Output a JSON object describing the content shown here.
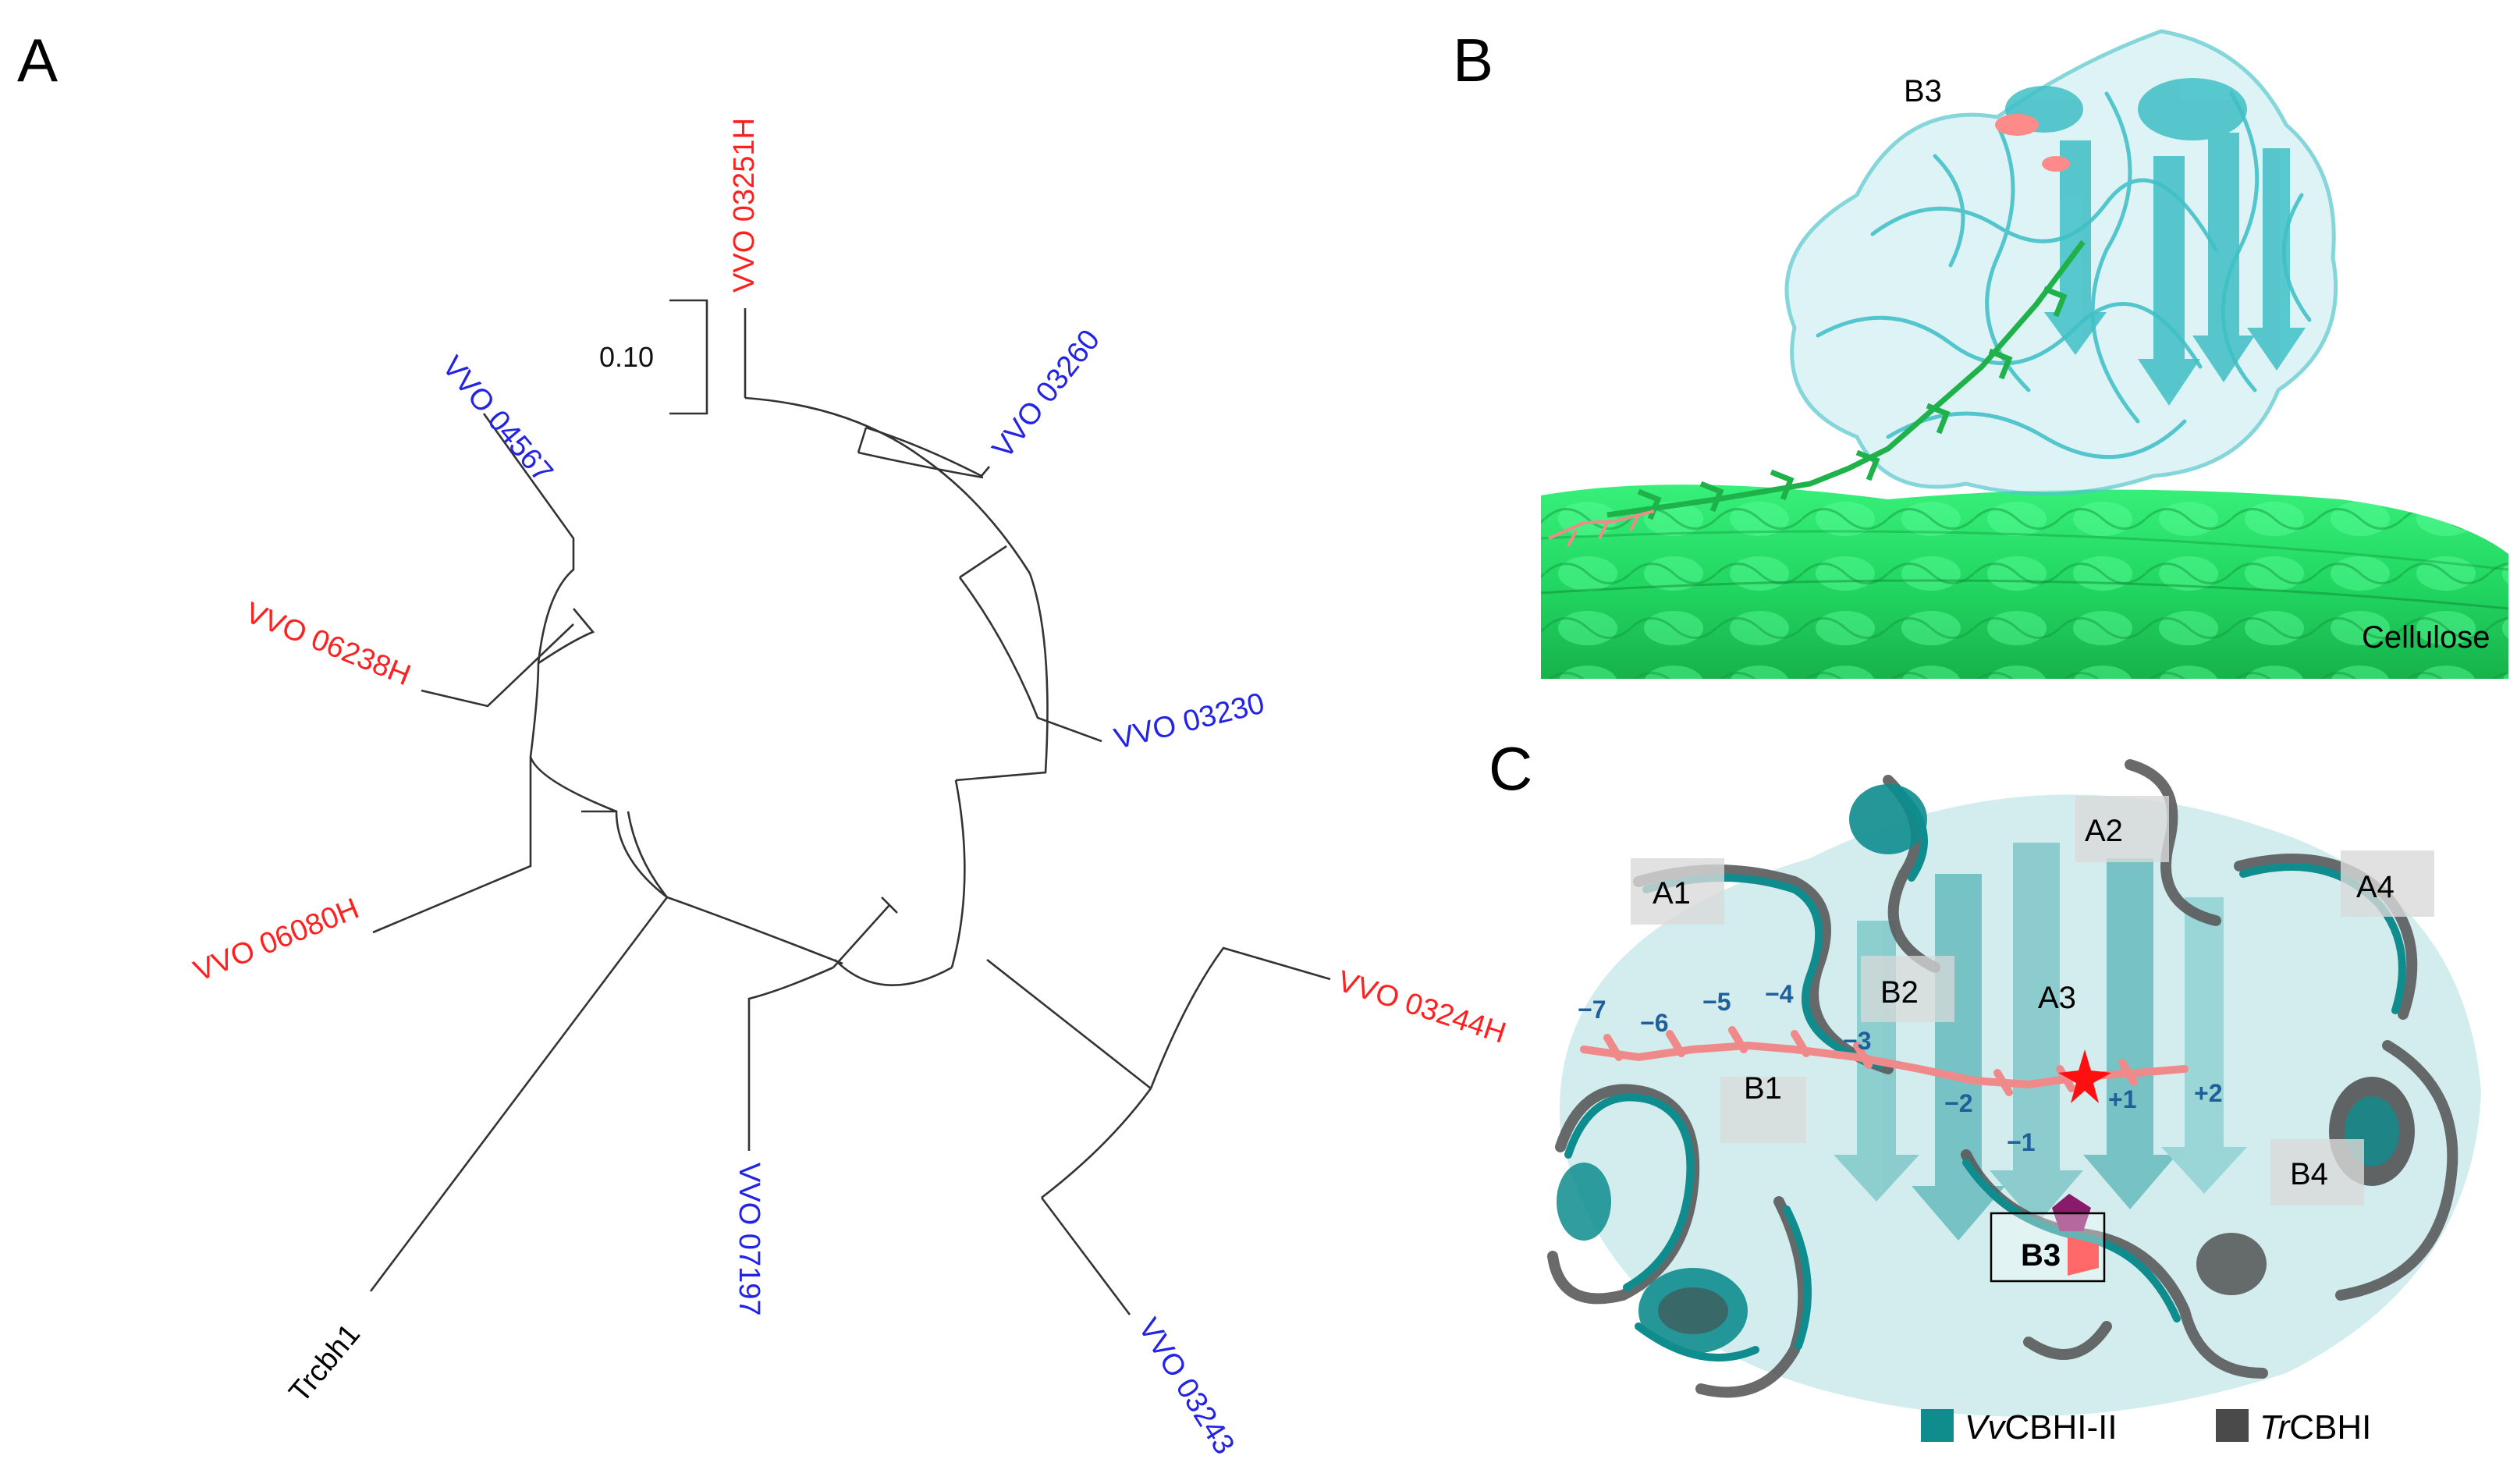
{
  "panels": {
    "a": {
      "letter": "A",
      "scale_label": "0.10",
      "leaves": [
        {
          "label": "VVO 03251H",
          "color": "#ff2020"
        },
        {
          "label": "VVO 03260",
          "color": "#2323e6"
        },
        {
          "label": "VVO 03230",
          "color": "#2323e6"
        },
        {
          "label": "VVO 03244H",
          "color": "#ff2020"
        },
        {
          "label": "VVO 03243",
          "color": "#2323e6"
        },
        {
          "label": "VVO 07197",
          "color": "#2323e6"
        },
        {
          "label": "Trcbh1",
          "color": "#000000"
        },
        {
          "label": "VVO 06080H",
          "color": "#ff2020"
        },
        {
          "label": "VVO 06238H",
          "color": "#ff2020"
        },
        {
          "label": "VVO 04567",
          "color": "#2323e6"
        }
      ]
    },
    "b": {
      "letter": "B",
      "region_label": "B3",
      "surface_label": "Cellulose"
    },
    "c": {
      "letter": "C",
      "regions": {
        "a1": "A1",
        "a2": "A2",
        "a3": "A3",
        "a4": "A4",
        "b1": "B1",
        "b2": "B2",
        "b3": "B3",
        "b4": "B4"
      },
      "subsites": {
        "m7": "−7",
        "m6": "−6",
        "m5": "−5",
        "m4": "−4",
        "m3": "−3",
        "m2": "−2",
        "m1": "−1",
        "p1": "+1",
        "p2": "+2"
      },
      "legend": [
        {
          "italic": "Vv",
          "rest": "CBHI-II",
          "color": "#0e8c8e"
        },
        {
          "italic": "Tr",
          "rest": "CBHI",
          "color": "#4a4a4a"
        }
      ]
    }
  },
  "colors": {
    "protein_cyan": "#5ccbd0",
    "ligand_green": "#1fb14a",
    "cellulose_green": "#2ee870",
    "ligand_pink": "#f08a8a",
    "teal": "#0e8c8e",
    "grey": "#4a4a4a"
  }
}
